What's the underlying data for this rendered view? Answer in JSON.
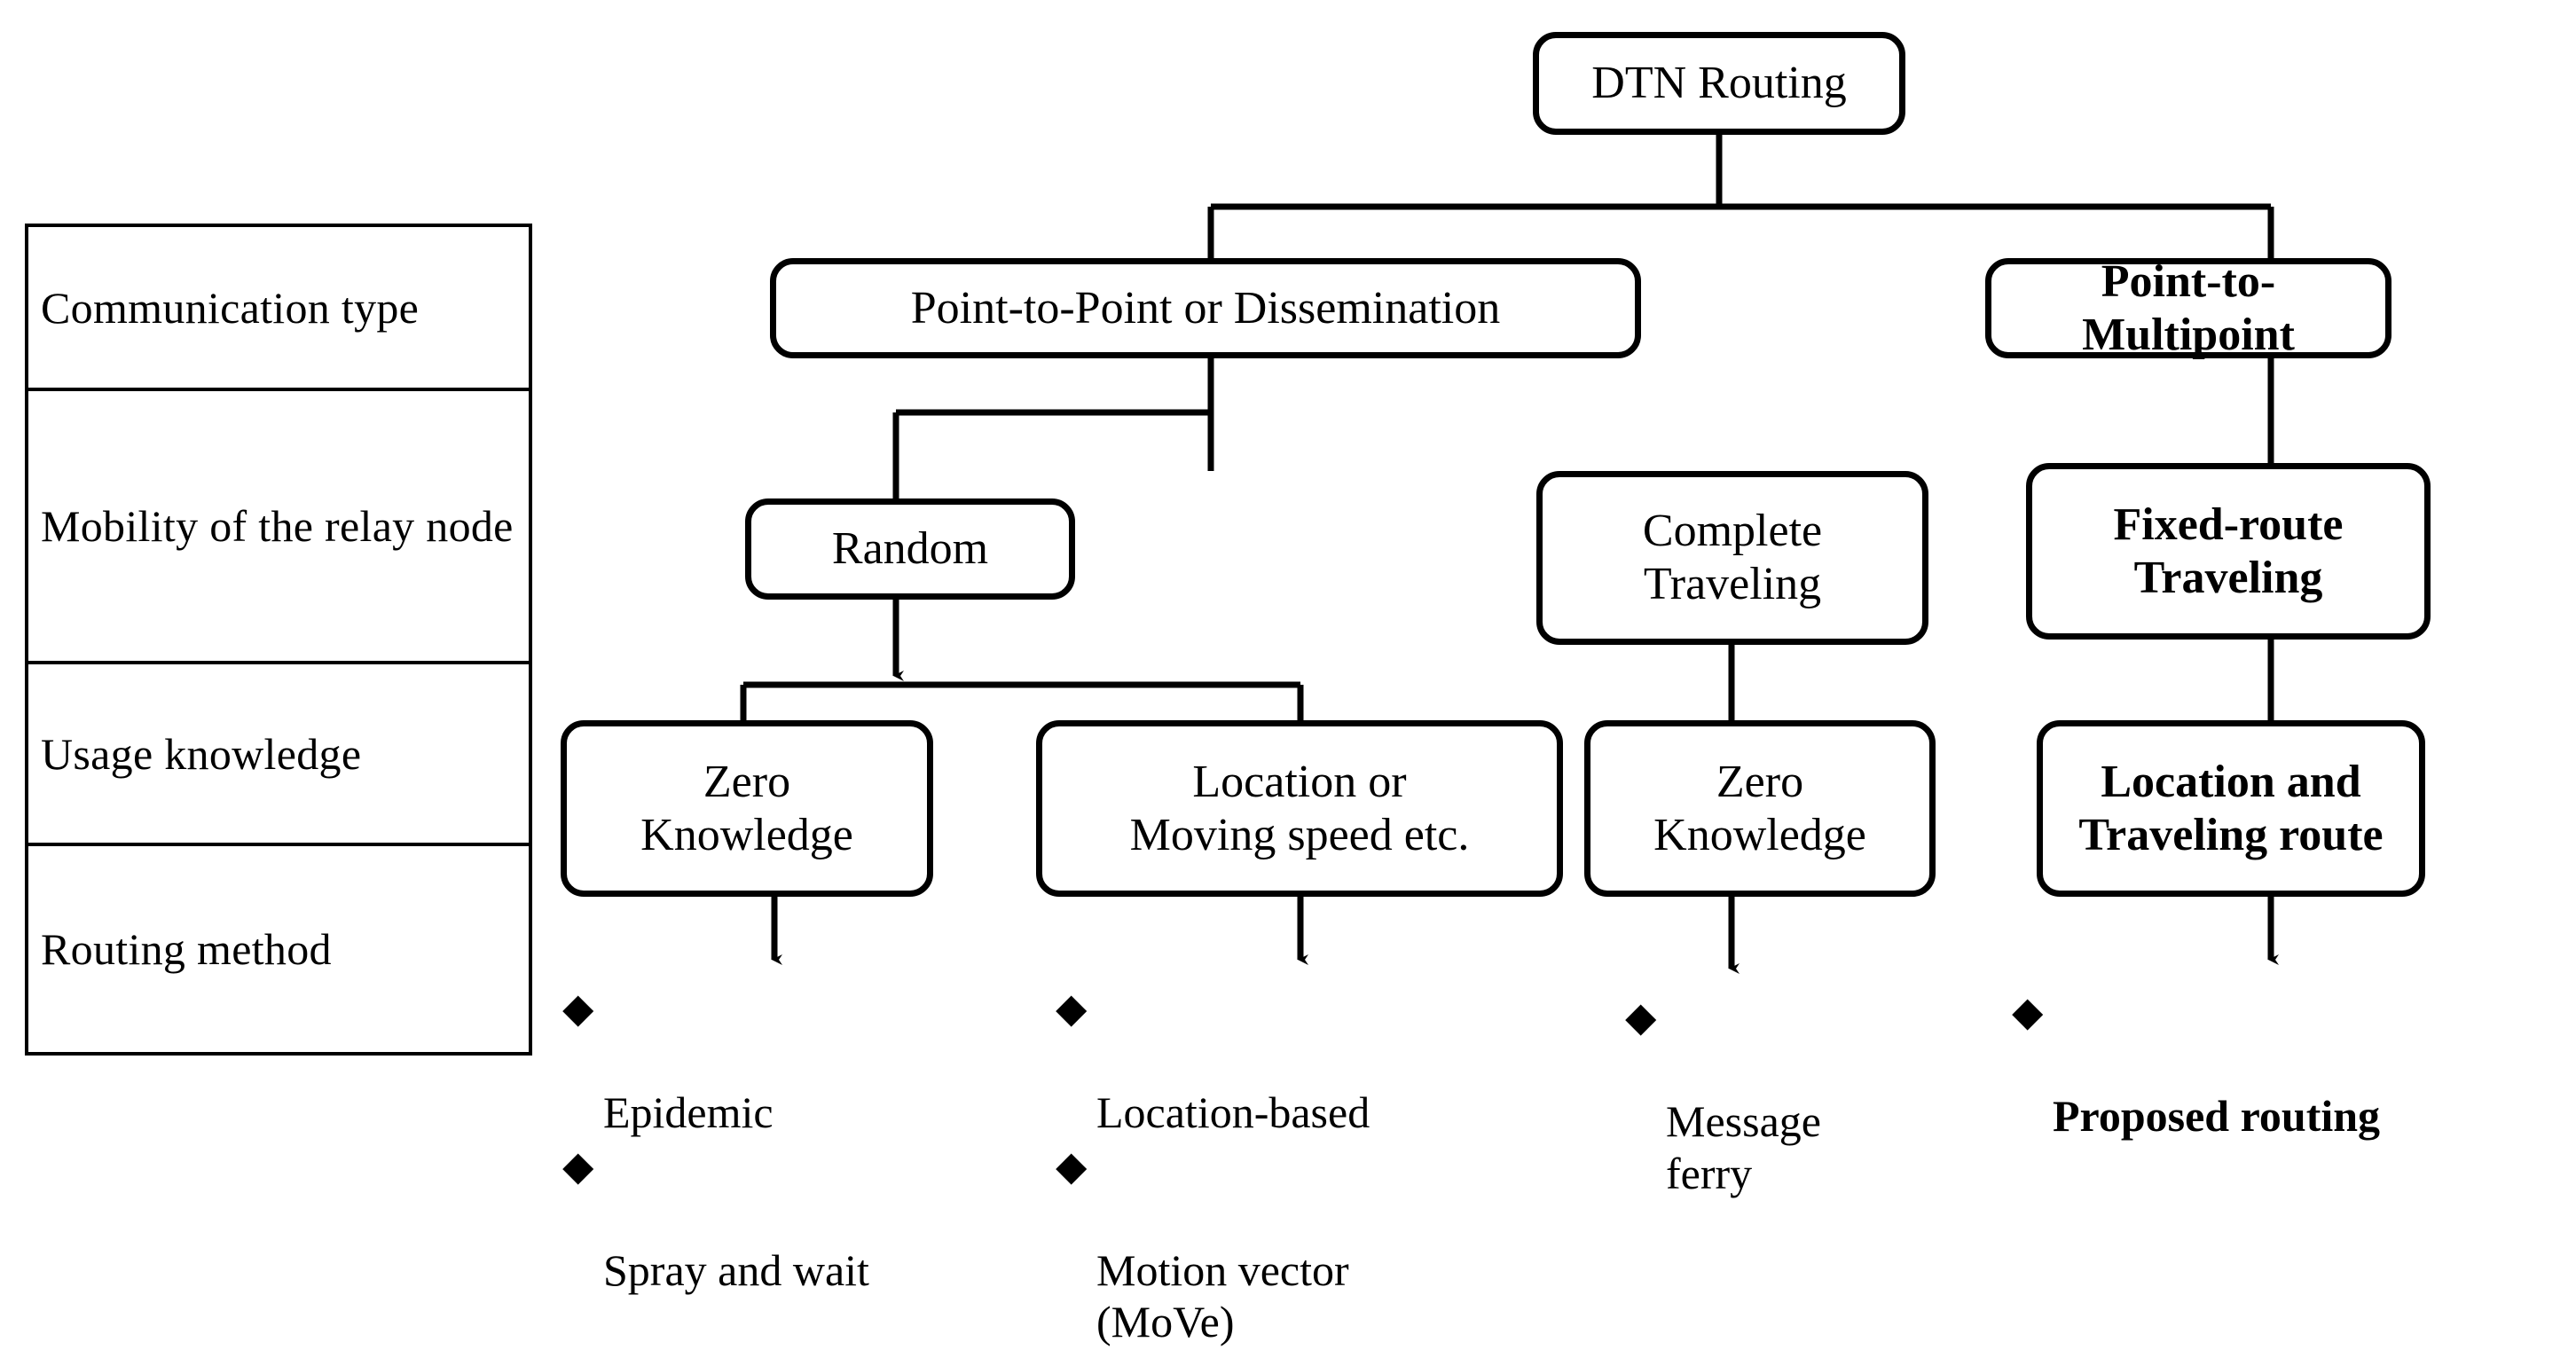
{
  "diagram": {
    "title": "DTN Routing classification tree",
    "style": {
      "line_color": "#000000",
      "background": "#ffffff",
      "box_border": "#000000"
    },
    "legend": {
      "rows": [
        {
          "label": "Communication\ntype"
        },
        {
          "label": "Mobility of the\nrelay node"
        },
        {
          "label": "Usage knowledge"
        },
        {
          "label": "Routing method"
        }
      ]
    },
    "nodes": {
      "root": {
        "label": "DTN Routing",
        "bold": false
      },
      "level1": [
        {
          "label": "Point-to-Point or Dissemination",
          "bold": false
        },
        {
          "label": "Point-to-Multipoint",
          "bold": true
        }
      ],
      "level2": [
        {
          "label": "Random",
          "bold": false
        },
        {
          "label": "Complete\nTraveling",
          "bold": false
        },
        {
          "label": "Fixed-route\nTraveling",
          "bold": true
        }
      ],
      "level3": [
        {
          "label": "Zero\nKnowledge",
          "bold": false
        },
        {
          "label": "Location or\nMoving speed etc.",
          "bold": false
        },
        {
          "label": "Zero\nKnowledge",
          "bold": false
        },
        {
          "label": "Location and\nTraveling route",
          "bold": true
        }
      ]
    },
    "leaves": [
      {
        "bold": false,
        "items": [
          {
            "bullet": "◆",
            "text": "Epidemic"
          },
          {
            "bullet": "◆",
            "text": "Spray and wait"
          }
        ]
      },
      {
        "bold": false,
        "items": [
          {
            "bullet": "◆",
            "text": "Location-based"
          },
          {
            "bullet": "◆",
            "text": "Motion vector\n(MoVe)"
          }
        ]
      },
      {
        "bold": false,
        "items": [
          {
            "bullet": "◆",
            "text": "Message\nferry"
          }
        ]
      },
      {
        "bold": true,
        "items": [
          {
            "bullet": "◆",
            "text": "Proposed routing"
          }
        ]
      }
    ]
  }
}
